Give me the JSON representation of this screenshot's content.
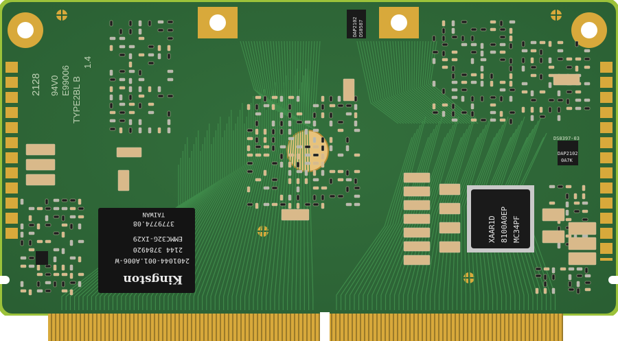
{
  "board": {
    "colors": {
      "pcb": "#2f6a38",
      "pcb_dark": "#25552d",
      "gold": "#d8a93b",
      "copper_pad": "#e9d9b0",
      "chip": "#141414",
      "silk": "#d6e3c9"
    }
  },
  "silkscreen": {
    "date_code": "2128",
    "rating": "94V0",
    "ul_file": "E99006",
    "type": "TYPE2BL B",
    "rev": "1.4"
  },
  "emmc": {
    "line1": "TAIWAN",
    "line2": "3779774.08",
    "line3": "EMMC32G-IX29",
    "line4": "2144    3784920",
    "line5": "2401044-001.A006-W",
    "brand": "Kingston"
  },
  "pmic": {
    "line1": "MC34PF",
    "line2": "8100A0EP",
    "line3": "XAAR1D"
  },
  "small_ic_top": {
    "line1": "DAP2102",
    "line2": "DS0587"
  },
  "small_ic_right": {
    "line1": "DS0397-03",
    "line2": "DAP2102",
    "line3": "0A7K"
  }
}
